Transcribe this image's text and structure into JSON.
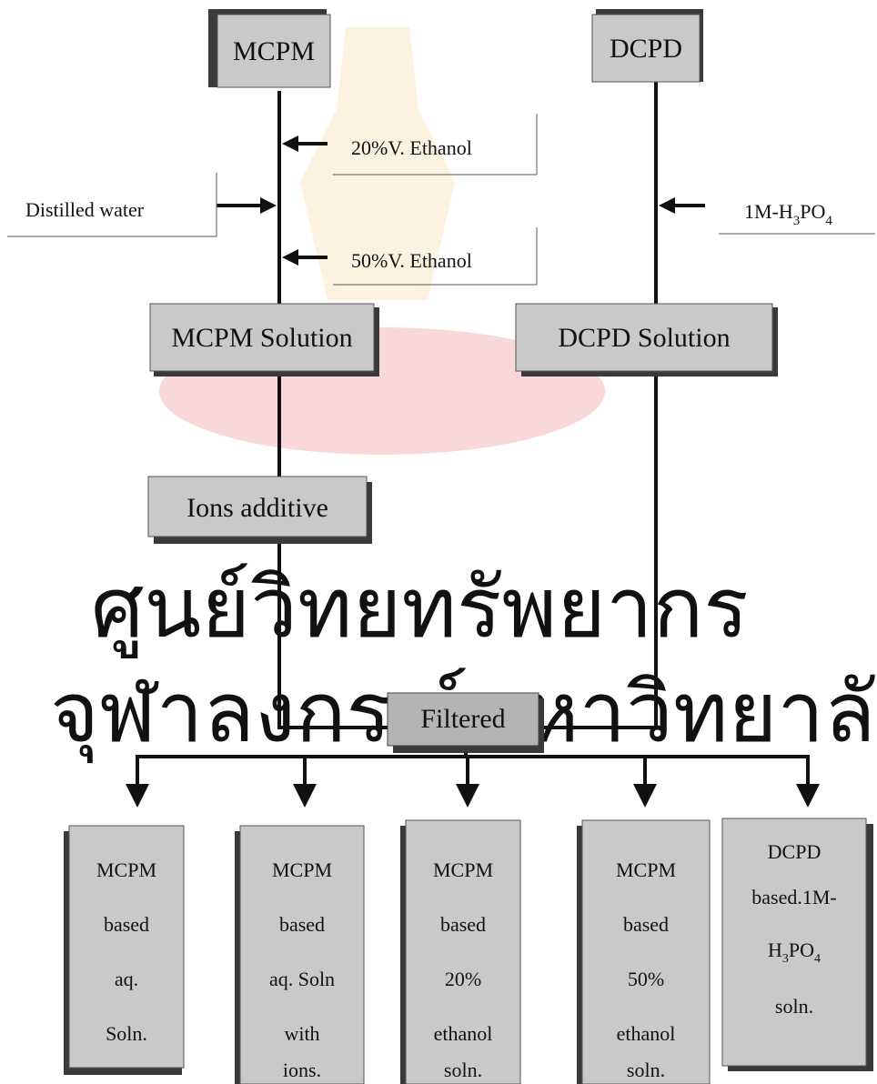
{
  "nodes": {
    "mcpm": "MCPM",
    "dcpd": "DCPD",
    "mcpm_solution": "MCPM Solution",
    "dcpd_solution": "DCPD Solution",
    "ions_additive": "Ions additive",
    "filtered": "Filtered"
  },
  "inputs": {
    "ethanol_20": "20%V. Ethanol",
    "distilled_water": "Distilled water",
    "ethanol_50": "50%V. Ethanol",
    "h3po4": {
      "prefix": "1M-H",
      "sub1": "3",
      "mid": "PO",
      "sub2": "4"
    }
  },
  "outputs": [
    {
      "lines": [
        "MCPM",
        "based",
        "aq.",
        "Soln."
      ]
    },
    {
      "lines": [
        "MCPM",
        "based",
        "aq. Soln",
        "with",
        "ions."
      ]
    },
    {
      "lines": [
        "MCPM",
        "based",
        "20%",
        "ethanol",
        "soln."
      ]
    },
    {
      "lines": [
        "MCPM",
        "based",
        "50%",
        "ethanol",
        "soln."
      ]
    },
    {
      "lines": [
        "DCPD",
        "based.1M-",
        "H3PO4",
        "soln."
      ],
      "formula_line": {
        "index": 2,
        "prefix": "H",
        "sub1": "3",
        "mid": "PO",
        "sub2": "4"
      }
    }
  ],
  "watermark": {
    "line1": "ศูนย์วิทยทรัพยากร",
    "line2": "จุฬาลงกรณ์มหาวิทยาลัย"
  },
  "colors": {
    "box_fill": "#c9c9c9",
    "shadow": "#3a3a3a",
    "line": "#111111",
    "watermark": "#f3cccc"
  }
}
